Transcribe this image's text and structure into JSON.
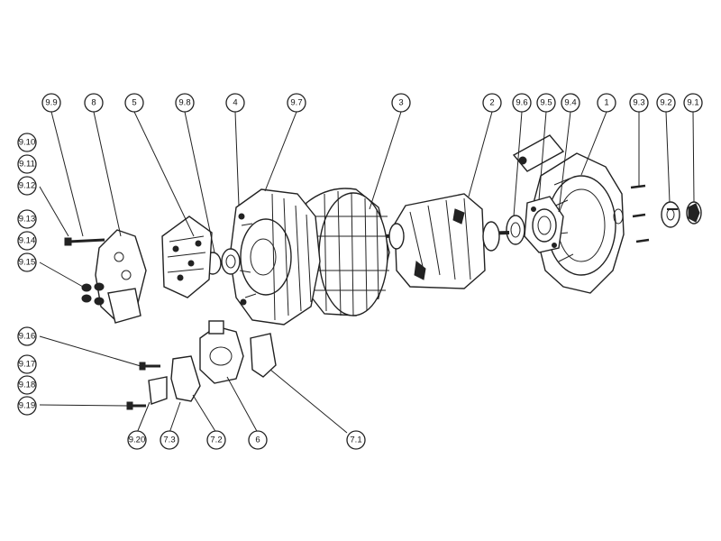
{
  "callouts": {
    "c9_9": "9.9",
    "c8": "8",
    "c5": "5",
    "c9_8": "9.8",
    "c4": "4",
    "c9_7": "9.7",
    "c3": "3",
    "c2": "2",
    "c9_6": "9.6",
    "c9_5": "9.5",
    "c9_4": "9.4",
    "c1": "1",
    "c9_3": "9.3",
    "c9_2": "9.2",
    "c9_1": "9.1",
    "c9_10": "9.10",
    "c9_11": "9.11",
    "c9_12": "9.12",
    "c9_13": "9.13",
    "c9_14": "9.14",
    "c9_15": "9.15",
    "c9_16": "9.16",
    "c9_17": "9.17",
    "c9_18": "9.18",
    "c9_19": "9.19",
    "c9_20": "9.20",
    "c7_3": "7.3",
    "c7_2": "7.2",
    "c6": "6",
    "c7_1": "7.1"
  },
  "colors": {
    "line": "#222222",
    "background": "#ffffff"
  }
}
